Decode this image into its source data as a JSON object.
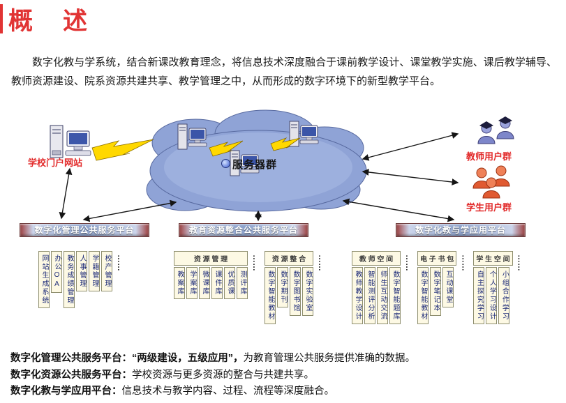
{
  "title": "概　述",
  "intro": "数字化教与学系统，结合新课改教育理念，将信息技术深度融合于课前教学设计、课堂教学实施、课后教学辅导、教师资源建设、院系资源共建共享、教学管理之中，从而形成的数字环境下的新型教学平台。",
  "colors": {
    "accent_red": "#e13434",
    "banner_blue": "#8fa3cc",
    "box_bg": "#fdf9e4",
    "cloud": "#8fa3d6",
    "lightning": "#ffd800"
  },
  "diagram": {
    "portal_label": "学校门户网站",
    "server_label": "服务器群",
    "teachers_label": "教师用户群",
    "students_label": "学生用户群"
  },
  "ellipsis_char": "……",
  "platforms": [
    {
      "label": "数字化管理公共服务平台",
      "sections": [
        {
          "header": "",
          "items": [
            "网站生成系统",
            "办公OA",
            "教务成绩管理",
            "人事管理",
            "学籍管理",
            "校产管理"
          ],
          "trailing_ellipsis": true
        }
      ]
    },
    {
      "label": "教育资源整合公共服务平台",
      "sections": [
        {
          "header": "资 源 管 理",
          "items": [
            "教案库",
            "学案库",
            "微课库",
            "课件库",
            "优质课",
            "测评库"
          ],
          "trailing_ellipsis": true
        },
        {
          "header": "资 源 整 合",
          "items": [
            "数字智能教材",
            "数字期刊",
            "数字图书馆",
            "数字实验室"
          ],
          "trailing_ellipsis": true
        }
      ]
    },
    {
      "label": "数字化教与学应用平台",
      "sections": [
        {
          "header": "教 师 空 间",
          "items": [
            "教师教学设计",
            "智能测评分析",
            "师生互动交流",
            "数字智能题库"
          ],
          "trailing_ellipsis": true
        },
        {
          "header": "电 子 书 包",
          "items": [
            "数字智能教材",
            "数字笔记本",
            "互动课堂"
          ],
          "trailing_ellipsis": true
        },
        {
          "header": "学 生 空 间",
          "items": [
            "自主探究学习",
            "个人学习设计",
            "小组合作学习"
          ],
          "trailing_ellipsis": true
        }
      ]
    }
  ],
  "footnotes": [
    {
      "bold": "数字化管理公共服务平台：“两级建设，五级应用”，",
      "text": "为教育管理公共服务提供准确的数据。"
    },
    {
      "bold": "数字化资源公共服务平台：",
      "text": "学校资源与更多资源的整合与共建共享。"
    },
    {
      "bold": "数字化教与学应用平台：",
      "text": "信息技术与教学内容、过程、流程等深度融合。"
    }
  ]
}
